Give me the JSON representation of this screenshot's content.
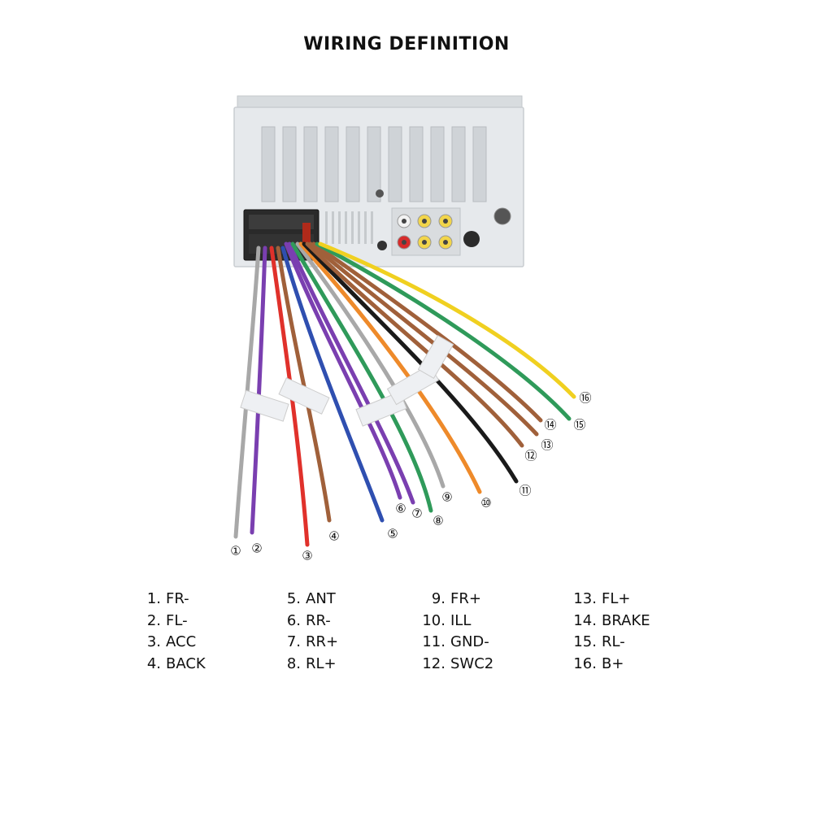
{
  "title": "WIRING DEFINITION",
  "colors": {
    "gray": "#a8a8a8",
    "purple": "#7a3fb0",
    "red": "#e0312b",
    "brown": "#a0603a",
    "blue": "#2f4fb0",
    "green": "#2f9a5a",
    "orange": "#ee8a2a",
    "black": "#1a1a1a",
    "yellow": "#f0d020",
    "unit_body": "#e4e7ea",
    "unit_fin": "#cfd3d7"
  },
  "callouts": [
    "①",
    "②",
    "③",
    "④",
    "⑤",
    "⑥",
    "⑦",
    "⑧",
    "⑨",
    "⑩",
    "⑪",
    "⑫",
    "⑬",
    "⑭",
    "⑮",
    "⑯"
  ],
  "wires": [
    {
      "n": 1,
      "color": "gray"
    },
    {
      "n": 2,
      "color": "purple"
    },
    {
      "n": 3,
      "color": "red"
    },
    {
      "n": 4,
      "color": "brown"
    },
    {
      "n": 5,
      "color": "blue"
    },
    {
      "n": 6,
      "color": "purple"
    },
    {
      "n": 7,
      "color": "purple"
    },
    {
      "n": 8,
      "color": "green"
    },
    {
      "n": 9,
      "color": "gray"
    },
    {
      "n": 10,
      "color": "orange"
    },
    {
      "n": 11,
      "color": "black"
    },
    {
      "n": 12,
      "color": "brown"
    },
    {
      "n": 13,
      "color": "brown"
    },
    {
      "n": 14,
      "color": "brown"
    },
    {
      "n": 15,
      "color": "green"
    },
    {
      "n": 16,
      "color": "yellow"
    }
  ],
  "legend": {
    "columns": [
      [
        {
          "num": "1.",
          "label": "FR-"
        },
        {
          "num": "2.",
          "label": "FL-"
        },
        {
          "num": "3.",
          "label": "ACC"
        },
        {
          "num": "4.",
          "label": "BACK"
        }
      ],
      [
        {
          "num": "5.",
          "label": "ANT"
        },
        {
          "num": "6.",
          "label": "RR-"
        },
        {
          "num": "7.",
          "label": "RR+"
        },
        {
          "num": "8.",
          "label": "RL+"
        }
      ],
      [
        {
          "num": "9.",
          "label": "FR+"
        },
        {
          "num": "10.",
          "label": "ILL"
        },
        {
          "num": "11.",
          "label": "GND-"
        },
        {
          "num": "12.",
          "label": "SWC2"
        }
      ],
      [
        {
          "num": "13.",
          "label": "FL+"
        },
        {
          "num": "14.",
          "label": "BRAKE"
        },
        {
          "num": "15.",
          "label": "RL-"
        },
        {
          "num": "16.",
          "label": "B+"
        }
      ]
    ]
  }
}
